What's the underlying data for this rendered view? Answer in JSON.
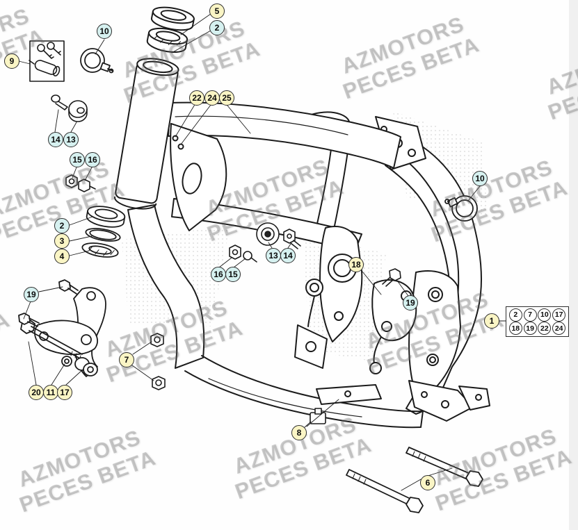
{
  "watermark": {
    "line1": "AZMOTORS",
    "line2": "PECES BETA",
    "color": "#d4d4d4"
  },
  "callout_colors": {
    "yellow": "#faf5c5",
    "cyan": "#d6f1f0",
    "white": "#ffffff",
    "border": "#2d2d2d"
  },
  "callouts": [
    {
      "label": "9",
      "color": "yellow"
    },
    {
      "label": "10",
      "color": "cyan"
    },
    {
      "label": "5",
      "color": "yellow"
    },
    {
      "label": "2",
      "color": "cyan"
    },
    {
      "label": "22",
      "color": "yellow"
    },
    {
      "label": "24",
      "color": "yellow"
    },
    {
      "label": "25",
      "color": "yellow"
    },
    {
      "label": "14",
      "color": "cyan"
    },
    {
      "label": "13",
      "color": "cyan"
    },
    {
      "label": "15",
      "color": "cyan"
    },
    {
      "label": "16",
      "color": "cyan"
    },
    {
      "label": "2",
      "color": "cyan"
    },
    {
      "label": "3",
      "color": "yellow"
    },
    {
      "label": "4",
      "color": "yellow"
    },
    {
      "label": "10",
      "color": "cyan"
    },
    {
      "label": "13",
      "color": "cyan"
    },
    {
      "label": "14",
      "color": "cyan"
    },
    {
      "label": "16",
      "color": "cyan"
    },
    {
      "label": "15",
      "color": "cyan"
    },
    {
      "label": "18",
      "color": "yellow"
    },
    {
      "label": "19",
      "color": "cyan"
    },
    {
      "label": "19",
      "color": "cyan"
    },
    {
      "label": "20",
      "color": "yellow"
    },
    {
      "label": "11",
      "color": "yellow"
    },
    {
      "label": "17",
      "color": "yellow"
    },
    {
      "label": "7",
      "color": "yellow"
    },
    {
      "label": "8",
      "color": "yellow"
    },
    {
      "label": "6",
      "color": "yellow"
    },
    {
      "label": "1",
      "color": "yellow"
    }
  ],
  "legend": {
    "pointer_label": "1",
    "rows": [
      [
        "2",
        "7",
        "10",
        "17"
      ],
      [
        "18",
        "19",
        "22",
        "24"
      ]
    ]
  }
}
